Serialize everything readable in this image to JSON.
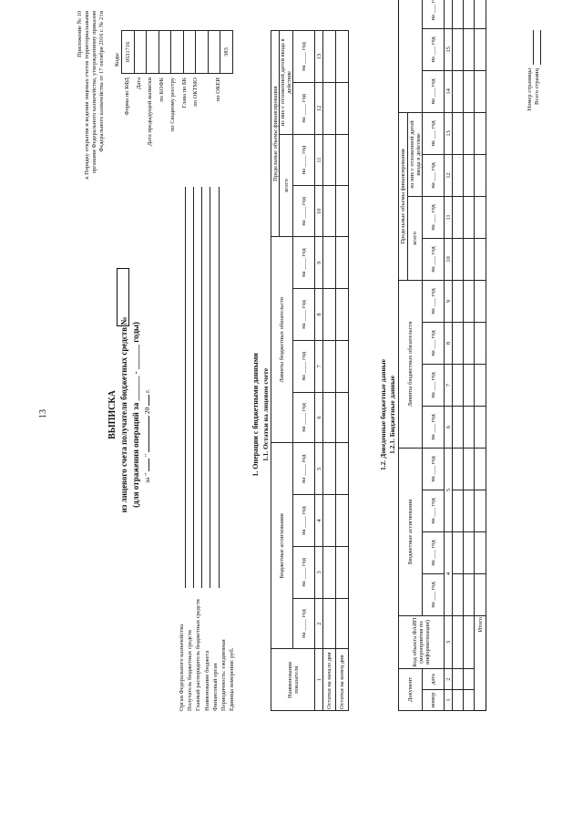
{
  "page_number": "13",
  "appendix": {
    "title": "Приложение № 10",
    "line1": "к Порядку открытия и ведения лицевых счетов территориальными",
    "line2": "органами Федерального казначейства, утвержденному приказом",
    "line3": "Федерального казначейства от 17 октября 2016 г. № 21н"
  },
  "title": {
    "main": "ВЫПИСКА",
    "line2": "из лицевого счета получателя бюджетных средств №",
    "line3": "(для отражения операций за ______ - ______ годы)",
    "date_za": "за \"",
    "date_quote": "\"",
    "date_20": "20",
    "date_g": "г."
  },
  "codes": {
    "header": "Коды",
    "rows": [
      {
        "label": "Форма по КФД",
        "value": "0531716"
      },
      {
        "label": "Дата",
        "value": ""
      },
      {
        "label": "Дата предыдущей выписки",
        "value": ""
      },
      {
        "label": "по КОФК",
        "value": ""
      },
      {
        "label": "по Сводному реестру",
        "value": ""
      },
      {
        "label": "Глава по БК",
        "value": ""
      },
      {
        "label": "по ОКТМО",
        "value": ""
      },
      {
        "label": "по ОКЕИ",
        "value": "383"
      }
    ],
    "periodicity_placeholder": ""
  },
  "left_labels": [
    "Орган Федерального казначейства",
    "Получатель бюджетных средств",
    "Главный распорядитель бюджетных средств",
    "Наименование бюджета",
    "Финансовый орган",
    "Периодичность: ежедневная",
    "Единица измерения: руб."
  ],
  "section1": {
    "title": "1. Операции с бюджетными данными",
    "subtitle": "1.1. Остатки на лицевом счете",
    "col_name": "Наименование показателя",
    "group_ba": "Бюджетные ассигнования",
    "group_lbo": "Лимиты бюджетных обязательств",
    "group_pof": "Предельные объемы финансирования",
    "sub_total": "всего",
    "sub_deferred": "из них с отложенной датой ввода в действие",
    "na": "на",
    "god": "год",
    "col_numbers": [
      "1",
      "2",
      "3",
      "4",
      "5",
      "6",
      "7",
      "8",
      "9",
      "10",
      "11",
      "12",
      "13"
    ],
    "rows": [
      "Остатки на начало дня",
      "Остатки на конец дня"
    ]
  },
  "section12": {
    "title": "1.2. Доведенные бюджетные данные",
    "subtitle": "1.2.1. Бюджетные данные",
    "col_document": "Документ",
    "col_number": "номер",
    "col_date": "дата",
    "col_kod": "Код объекта ФАИП (мероприятия по информатизации)",
    "group_ba": "Бюджетные ассигнования",
    "group_lbo": "Лимиты бюджетных обязательств",
    "group_pof": "Предельные объемы финансирования",
    "sub_total": "всего",
    "sub_deferred": "из них с отложенной датой ввода в действие",
    "na": "на",
    "god": "год",
    "col_numbers": [
      "1",
      "2",
      "3",
      "4",
      "5",
      "6",
      "7",
      "8",
      "9",
      "10",
      "11",
      "12",
      "13",
      "14",
      "15"
    ],
    "total_label": "Итого"
  },
  "footer": {
    "page_num_label": "Номер страницы",
    "pages_total_label": "Всего страниц"
  }
}
